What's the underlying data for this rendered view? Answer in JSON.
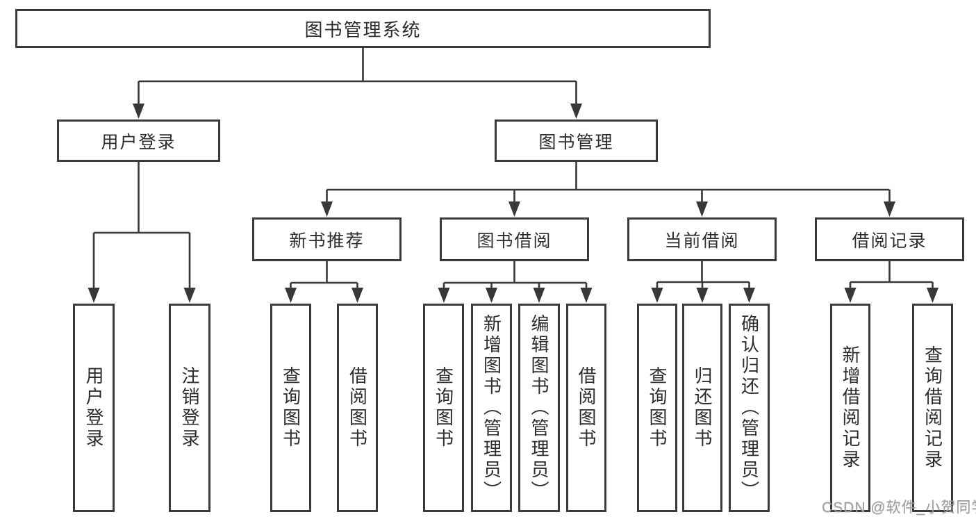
{
  "diagram": {
    "root": {
      "label": "图书管理系统"
    },
    "level2": [
      {
        "label": "用户登录"
      },
      {
        "label": "图书管理"
      }
    ],
    "level3": [
      {
        "label": "新书推荐"
      },
      {
        "label": "图书借阅"
      },
      {
        "label": "当前借阅"
      },
      {
        "label": "借阅记录"
      }
    ],
    "leaves": {
      "user_login": [
        {
          "label": "用户登录"
        },
        {
          "label": "注销登录"
        }
      ],
      "new_books": [
        {
          "label": "查询图书"
        },
        {
          "label": "借阅图书"
        }
      ],
      "book_borrow": [
        {
          "label": "查询图书"
        },
        {
          "label": "新增图书（管理员）"
        },
        {
          "label": "编辑图书（管理员）"
        },
        {
          "label": "借阅图书"
        }
      ],
      "current_borrow": [
        {
          "label": "查询图书"
        },
        {
          "label": "归还图书"
        },
        {
          "label": "确认归还（管理员）"
        }
      ],
      "borrow_records": [
        {
          "label": "新增借阅记录"
        },
        {
          "label": "查询借阅记录"
        }
      ]
    }
  },
  "watermark": {
    "text": "CSDN @软件_小贺同学"
  },
  "colors": {
    "line": "#383838",
    "border": "#3b3b3b",
    "text": "#2d2d2d",
    "background": "#ffffff",
    "watermark": "#9e9e9e"
  }
}
